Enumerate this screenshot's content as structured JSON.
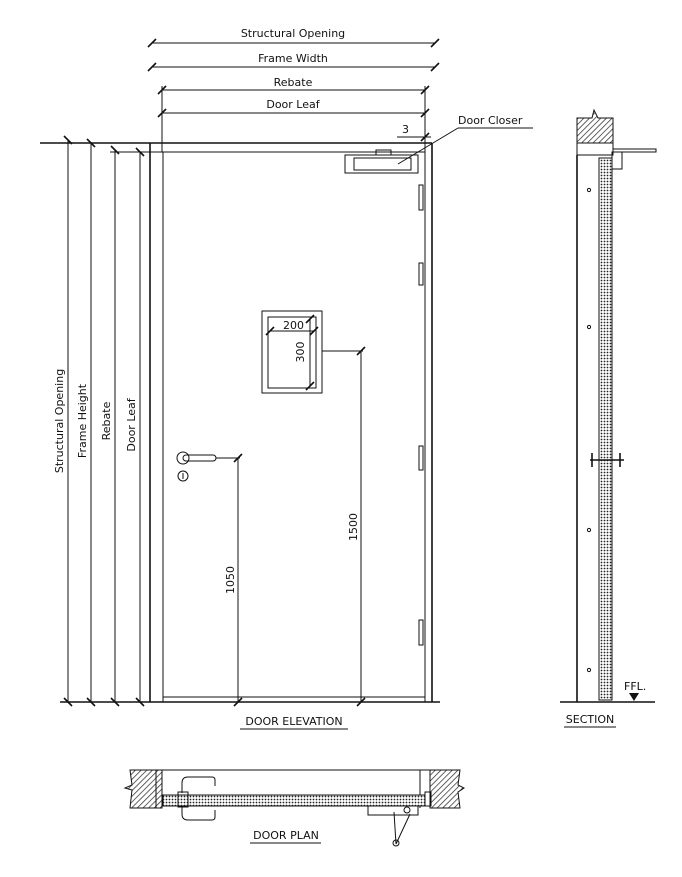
{
  "elevation": {
    "title": "DOOR ELEVATION",
    "top_dims": [
      "Structural Opening",
      "Frame Width",
      "Rebate",
      "Door Leaf"
    ],
    "side_dims": [
      "Structural Opening",
      "Frame Height",
      "Rebate",
      "Door Leaf"
    ],
    "gap_dim": "3",
    "door_closer_label": "Door Closer",
    "vision_panel_width": "200",
    "vision_panel_height": "300",
    "handle_height": "1050",
    "vision_panel_height_from_floor": "1500"
  },
  "section": {
    "title": "SECTION",
    "floor_label": "FFL."
  },
  "plan": {
    "title": "DOOR PLAN"
  },
  "colors": {
    "line": "#111111",
    "background": "#ffffff"
  }
}
